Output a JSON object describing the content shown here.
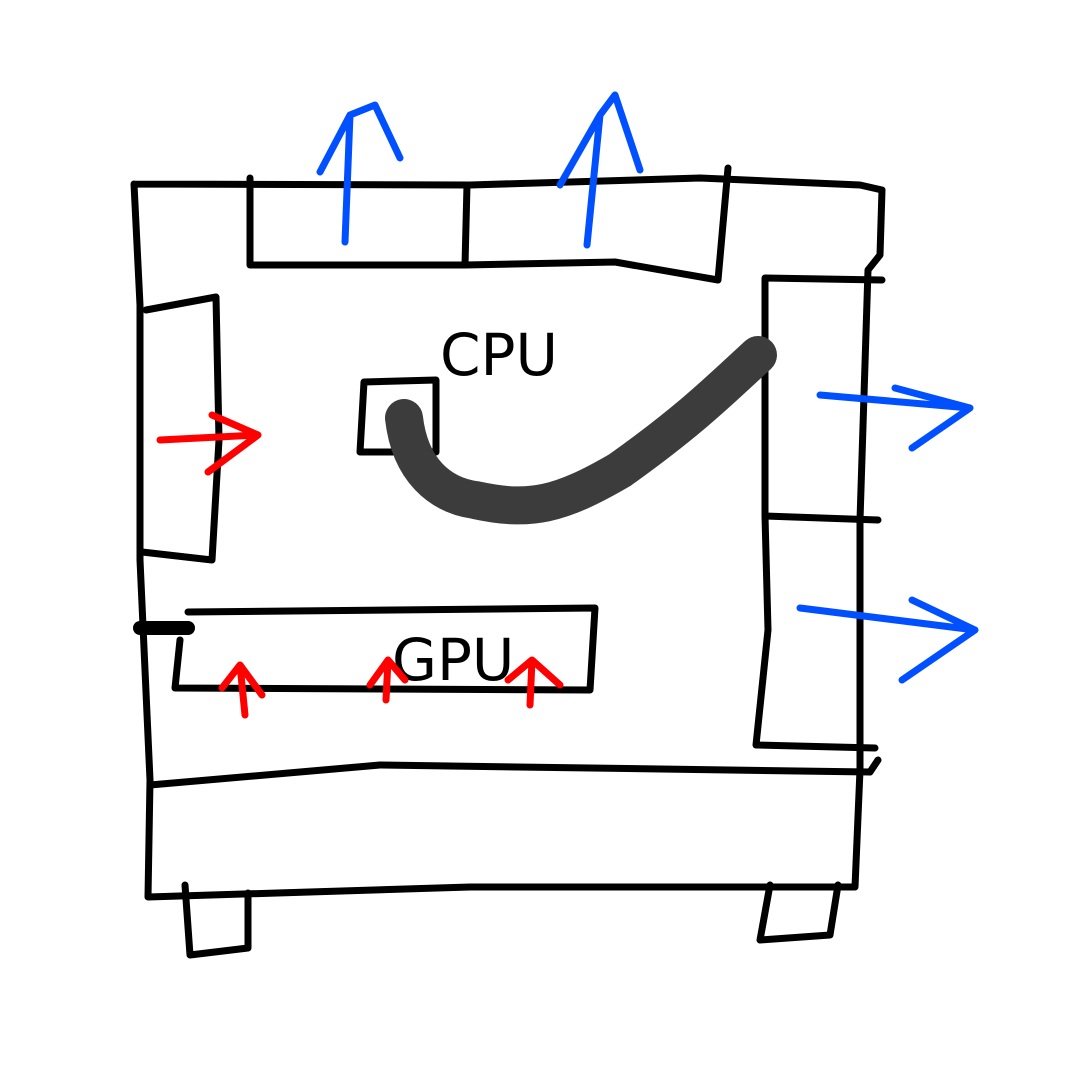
{
  "diagram": {
    "type": "pc-case-airflow-sketch",
    "labels": {
      "cpu": "CPU",
      "gpu": "GPU"
    },
    "colors": {
      "outline": "#000000",
      "intake": "#ff0000",
      "exhaust": "#0050ff",
      "cooler_tube": "#3c3c3c",
      "background": "#ffffff"
    },
    "components": [
      {
        "id": "top-fan-left",
        "kind": "fan",
        "position": "top"
      },
      {
        "id": "top-fan-right",
        "kind": "fan",
        "position": "top"
      },
      {
        "id": "front-fan",
        "kind": "fan",
        "position": "left"
      },
      {
        "id": "rear-fan-upper",
        "kind": "fan",
        "position": "right"
      },
      {
        "id": "rear-fan-lower",
        "kind": "fan",
        "position": "right"
      },
      {
        "id": "cpu",
        "kind": "processor"
      },
      {
        "id": "gpu",
        "kind": "graphics-card"
      },
      {
        "id": "psu-shroud",
        "kind": "shroud",
        "position": "bottom"
      },
      {
        "id": "feet",
        "kind": "feet",
        "count": 2
      }
    ],
    "airflow": {
      "intake_arrows": 4,
      "exhaust_arrows": 4
    }
  }
}
